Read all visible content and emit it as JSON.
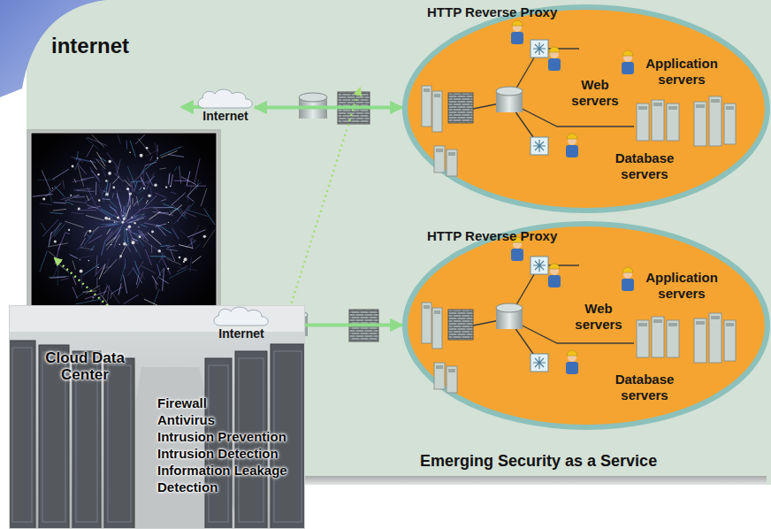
{
  "diagram": {
    "caption": "Emerging Security as a Service",
    "nodes": [
      {
        "text": [
          "HTTP Reverse Proxy",
          "Web servers",
          "Application servers",
          "Database servers"
        ]
      },
      {
        "text": [
          "Internet"
        ]
      },
      {
        "text": [
          "HTTP Reverse Proxy",
          "Web servers",
          "Application servers",
          "Database servers"
        ]
      },
      {
        "text": [
          "Internet"
        ]
      },
      {
        "text": [
          "Cloud Data Center",
          "Firewall",
          "Antivirus",
          "Intrusion Prevention",
          "Intrusion Detection",
          "Information Leakage Detection"
        ]
      }
    ],
    "edges": [
      {
        "from": 1,
        "to": 0,
        "arrow": "both"
      },
      {
        "from": 3,
        "to": 2,
        "arrow": "both"
      }
    ],
    "labels": [
      "internet"
    ]
  }
}
